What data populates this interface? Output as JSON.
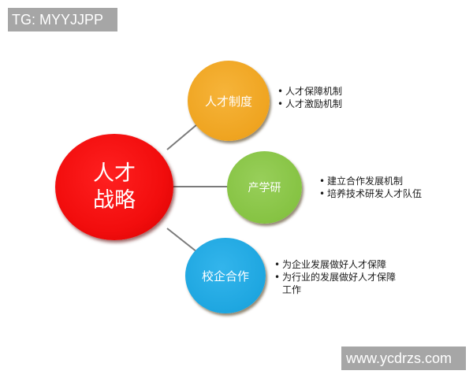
{
  "watermarks": {
    "top": "TG: MYYJJPP",
    "bottom": "www.ycdrzs.com"
  },
  "diagram": {
    "center": {
      "label_line1": "人才",
      "label_line2": "战略",
      "color": "#f20d0d"
    },
    "nodes": [
      {
        "label": "人才制度",
        "color": "#efa420",
        "bullets": [
          "人才保障机制",
          "人才激励机制"
        ]
      },
      {
        "label": "产学研",
        "color": "#86c343",
        "bullets": [
          "建立合作发展机制",
          "培养技术研发人才队伍"
        ]
      },
      {
        "label": "校企合作",
        "color": "#1ea6e0",
        "bullets": [
          "为企业发展做好人才保障",
          "为行业的发展做好人才保障工作"
        ]
      }
    ]
  }
}
